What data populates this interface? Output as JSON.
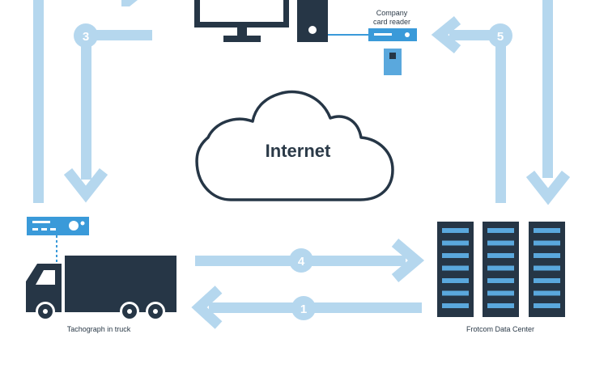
{
  "labels": {
    "card_reader": [
      "Company",
      "card reader"
    ],
    "cloud": "Internet",
    "truck": "Tachograph in truck",
    "datacenter": "Frotcom Data Center"
  },
  "steps": {
    "one": "1",
    "three": "3",
    "four": "4",
    "five": "5"
  },
  "colors": {
    "dark": "#263646",
    "arrow": "#b5d7ee",
    "accent": "#3a9ad9",
    "server_bar": "#5aa8dd",
    "white": "#ffffff"
  }
}
